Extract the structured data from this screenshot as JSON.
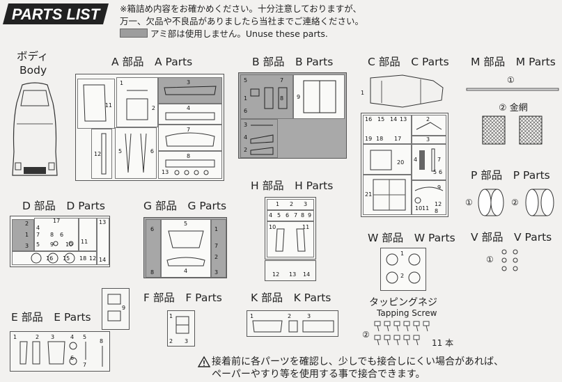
{
  "header": {
    "logo_text": "PARTS LIST",
    "note_line1": "※箱詰め内容をお確かめください。十分注意しておりますが、",
    "note_line2": "万一、欠品や不良品がありましたら当社までご連絡ください。",
    "note_line3": "アミ部は使用しません。Unuse these parts."
  },
  "labels": {
    "body_jp": "ボディ",
    "body_en": "Body",
    "a": "A 部品　A Parts",
    "b": "B 部品　B Parts",
    "c": "C 部品　C Parts",
    "m": "M 部品　M Parts",
    "d": "D 部品　D Parts",
    "g": "G 部品　G Parts",
    "h": "H 部品　H Parts",
    "p": "P 部品　P Parts",
    "w": "W 部品　W Parts",
    "v": "V 部品　V Parts",
    "f": "F 部品　F Parts",
    "k": "K 部品　K Parts",
    "e": "E 部品　E Parts",
    "screw_jp": "タッピングネジ",
    "screw_en": "Tapping Screw",
    "screw_count": "11 本",
    "m_item1": "①",
    "m_item2": "② 金網",
    "p_item1": "①",
    "p_item2": "②",
    "v_item1": "①",
    "screw_item": "②"
  },
  "footer": {
    "warning_line1": "接着前に各パーツを確認し、少しでも接合しにくい場合があれば、",
    "warning_line2": "ペーパーやすり等を使用する事で接合できます。"
  },
  "part_numbers": {
    "a": [
      "3",
      "11",
      "1",
      "2",
      "4",
      "7",
      "12",
      "5",
      "6",
      "8",
      "13"
    ],
    "b": [
      "5",
      "1",
      "7",
      "8",
      "6",
      "9",
      "3",
      "4",
      "2"
    ],
    "c": [
      "1",
      "2",
      "16",
      "15",
      "14",
      "13",
      "19",
      "18",
      "17",
      "3",
      "20",
      "4",
      "7",
      "21",
      "5",
      "6",
      "10",
      "11",
      "9",
      "8",
      "12"
    ],
    "d": [
      "17",
      "2",
      "4",
      "11",
      "13",
      "7",
      "8",
      "6",
      "5",
      "9",
      "10",
      "1",
      "3",
      "12",
      "16",
      "15",
      "18",
      "14"
    ],
    "g": [
      "6",
      "5",
      "1",
      "7",
      "2",
      "8",
      "4",
      "3"
    ],
    "h": [
      "1",
      "2",
      "3",
      "4",
      "5",
      "6",
      "7",
      "8",
      "9",
      "10",
      "11",
      "12",
      "13",
      "14"
    ],
    "w": [
      "1",
      "2"
    ],
    "f": [
      "1",
      "2",
      "3"
    ],
    "k": [
      "1",
      "2",
      "3"
    ],
    "e": [
      "1",
      "2",
      "3",
      "4",
      "5",
      "6",
      "7",
      "8",
      "9"
    ]
  }
}
